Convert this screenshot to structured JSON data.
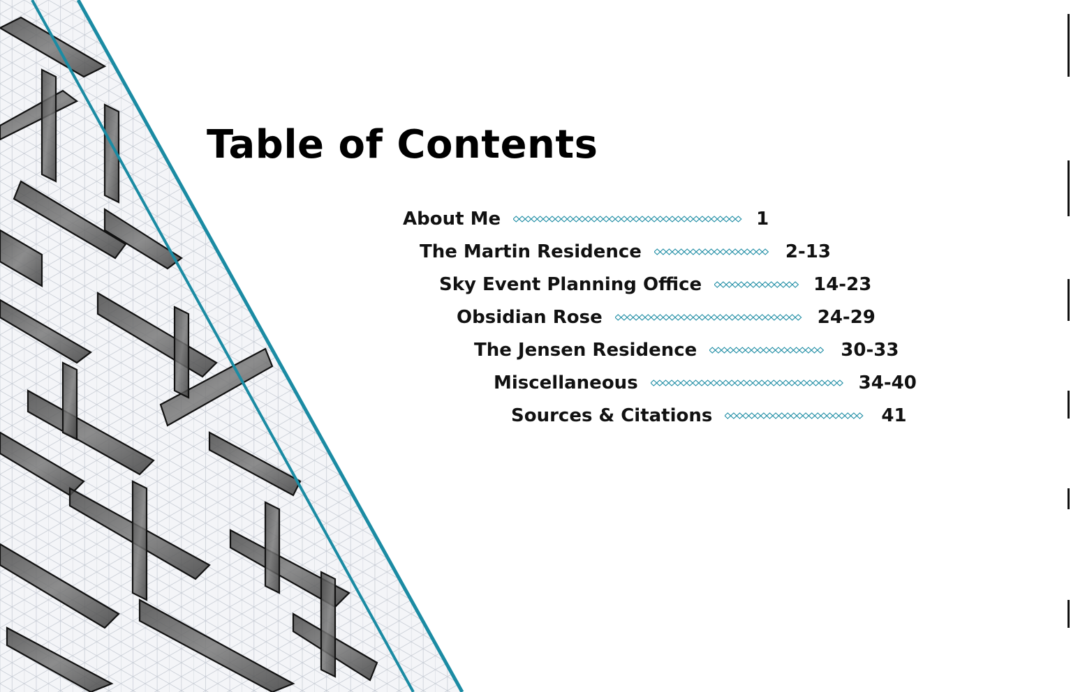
{
  "heading": "Table of Contents",
  "toc": [
    {
      "title": "About Me",
      "pages": "1"
    },
    {
      "title": "The Martin Residence",
      "pages": "2-13"
    },
    {
      "title": "Sky Event Planning Office",
      "pages": "14-23"
    },
    {
      "title": "Obsidian Rose",
      "pages": "24-29"
    },
    {
      "title": "The Jensen Residence",
      "pages": "30-33"
    },
    {
      "title": "Miscellaneous",
      "pages": "34-40"
    },
    {
      "title": "Sources & Citations",
      "pages": "41"
    }
  ],
  "colors": {
    "accent": "#1b8ba3",
    "text": "#111111"
  }
}
